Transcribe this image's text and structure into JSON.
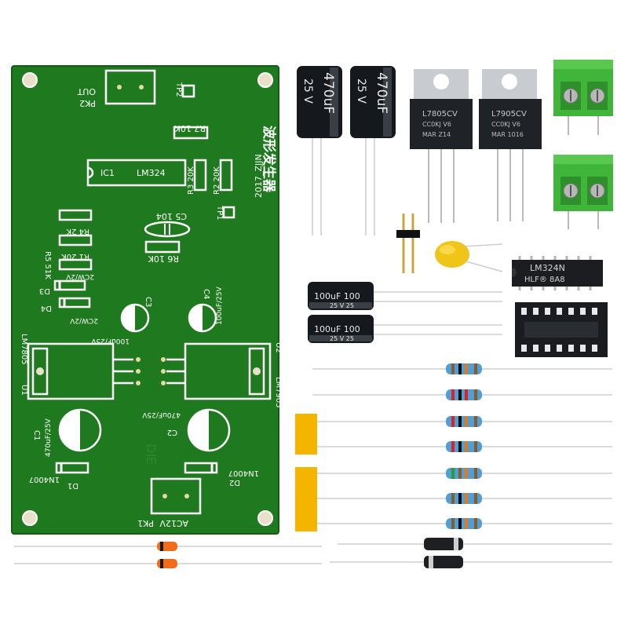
{
  "board": {
    "color": "#1f7a1f",
    "title_cn": "波形发生器",
    "title_code": "2017_ZJJN",
    "labels": {
      "out": "OUT",
      "pk2": "PK2",
      "tp2": "TP2",
      "tp1": "TP1",
      "ic1": "IC1",
      "lm324": "LM324",
      "r7": "R7 10K",
      "r3": "R3 20K",
      "r2": "R2 20K",
      "r4": "R4 2K",
      "r1": "R1 20K",
      "r5": "R5 51K",
      "d3": "D3",
      "d4": "D4",
      "z1": "2CW/2V",
      "z2": "2CW/2V",
      "c5": "C5 104",
      "r6": "R6 10K",
      "c3": "C3",
      "c3_val": "100uF/25V",
      "c4": "C4",
      "c4_val": "100uF/25V",
      "u1": "U1",
      "u1_part": "LM7805",
      "u2": "U2",
      "u2_part": "LM7905",
      "c1": "C1",
      "c1_val": "470uF/25V",
      "c2": "C2",
      "c2_val": "470uF/25V",
      "d1": "D1",
      "d1_val": "1N4007",
      "d2": "D2",
      "d2_val": "1N4007",
      "pk1": "PK1",
      "ac12v": "AC12V"
    }
  },
  "parts": {
    "cap_470_label": "470uF",
    "cap_470_voltage": "25 V",
    "reg1_label": "L7805CV",
    "reg1_code": "CC0KJ V6",
    "reg1_origin": "MAR  Z14",
    "reg2_label": "L7905CV",
    "reg2_code": "CC0KJ V6",
    "reg2_origin": "MAR  1016",
    "cap_100_label": "100uF 100",
    "cap_100_voltage": "25 V  25",
    "ic_label": "LM324N",
    "ic_code": "HLF®  8A8",
    "colors": {
      "terminal_green": "#3fb53a",
      "electrolytic": "#15181c",
      "ceramic": "#f0c418",
      "resistor_body": "#4f9fd6",
      "tape": "#f4b400",
      "diode_body": "#f06b1a"
    }
  }
}
